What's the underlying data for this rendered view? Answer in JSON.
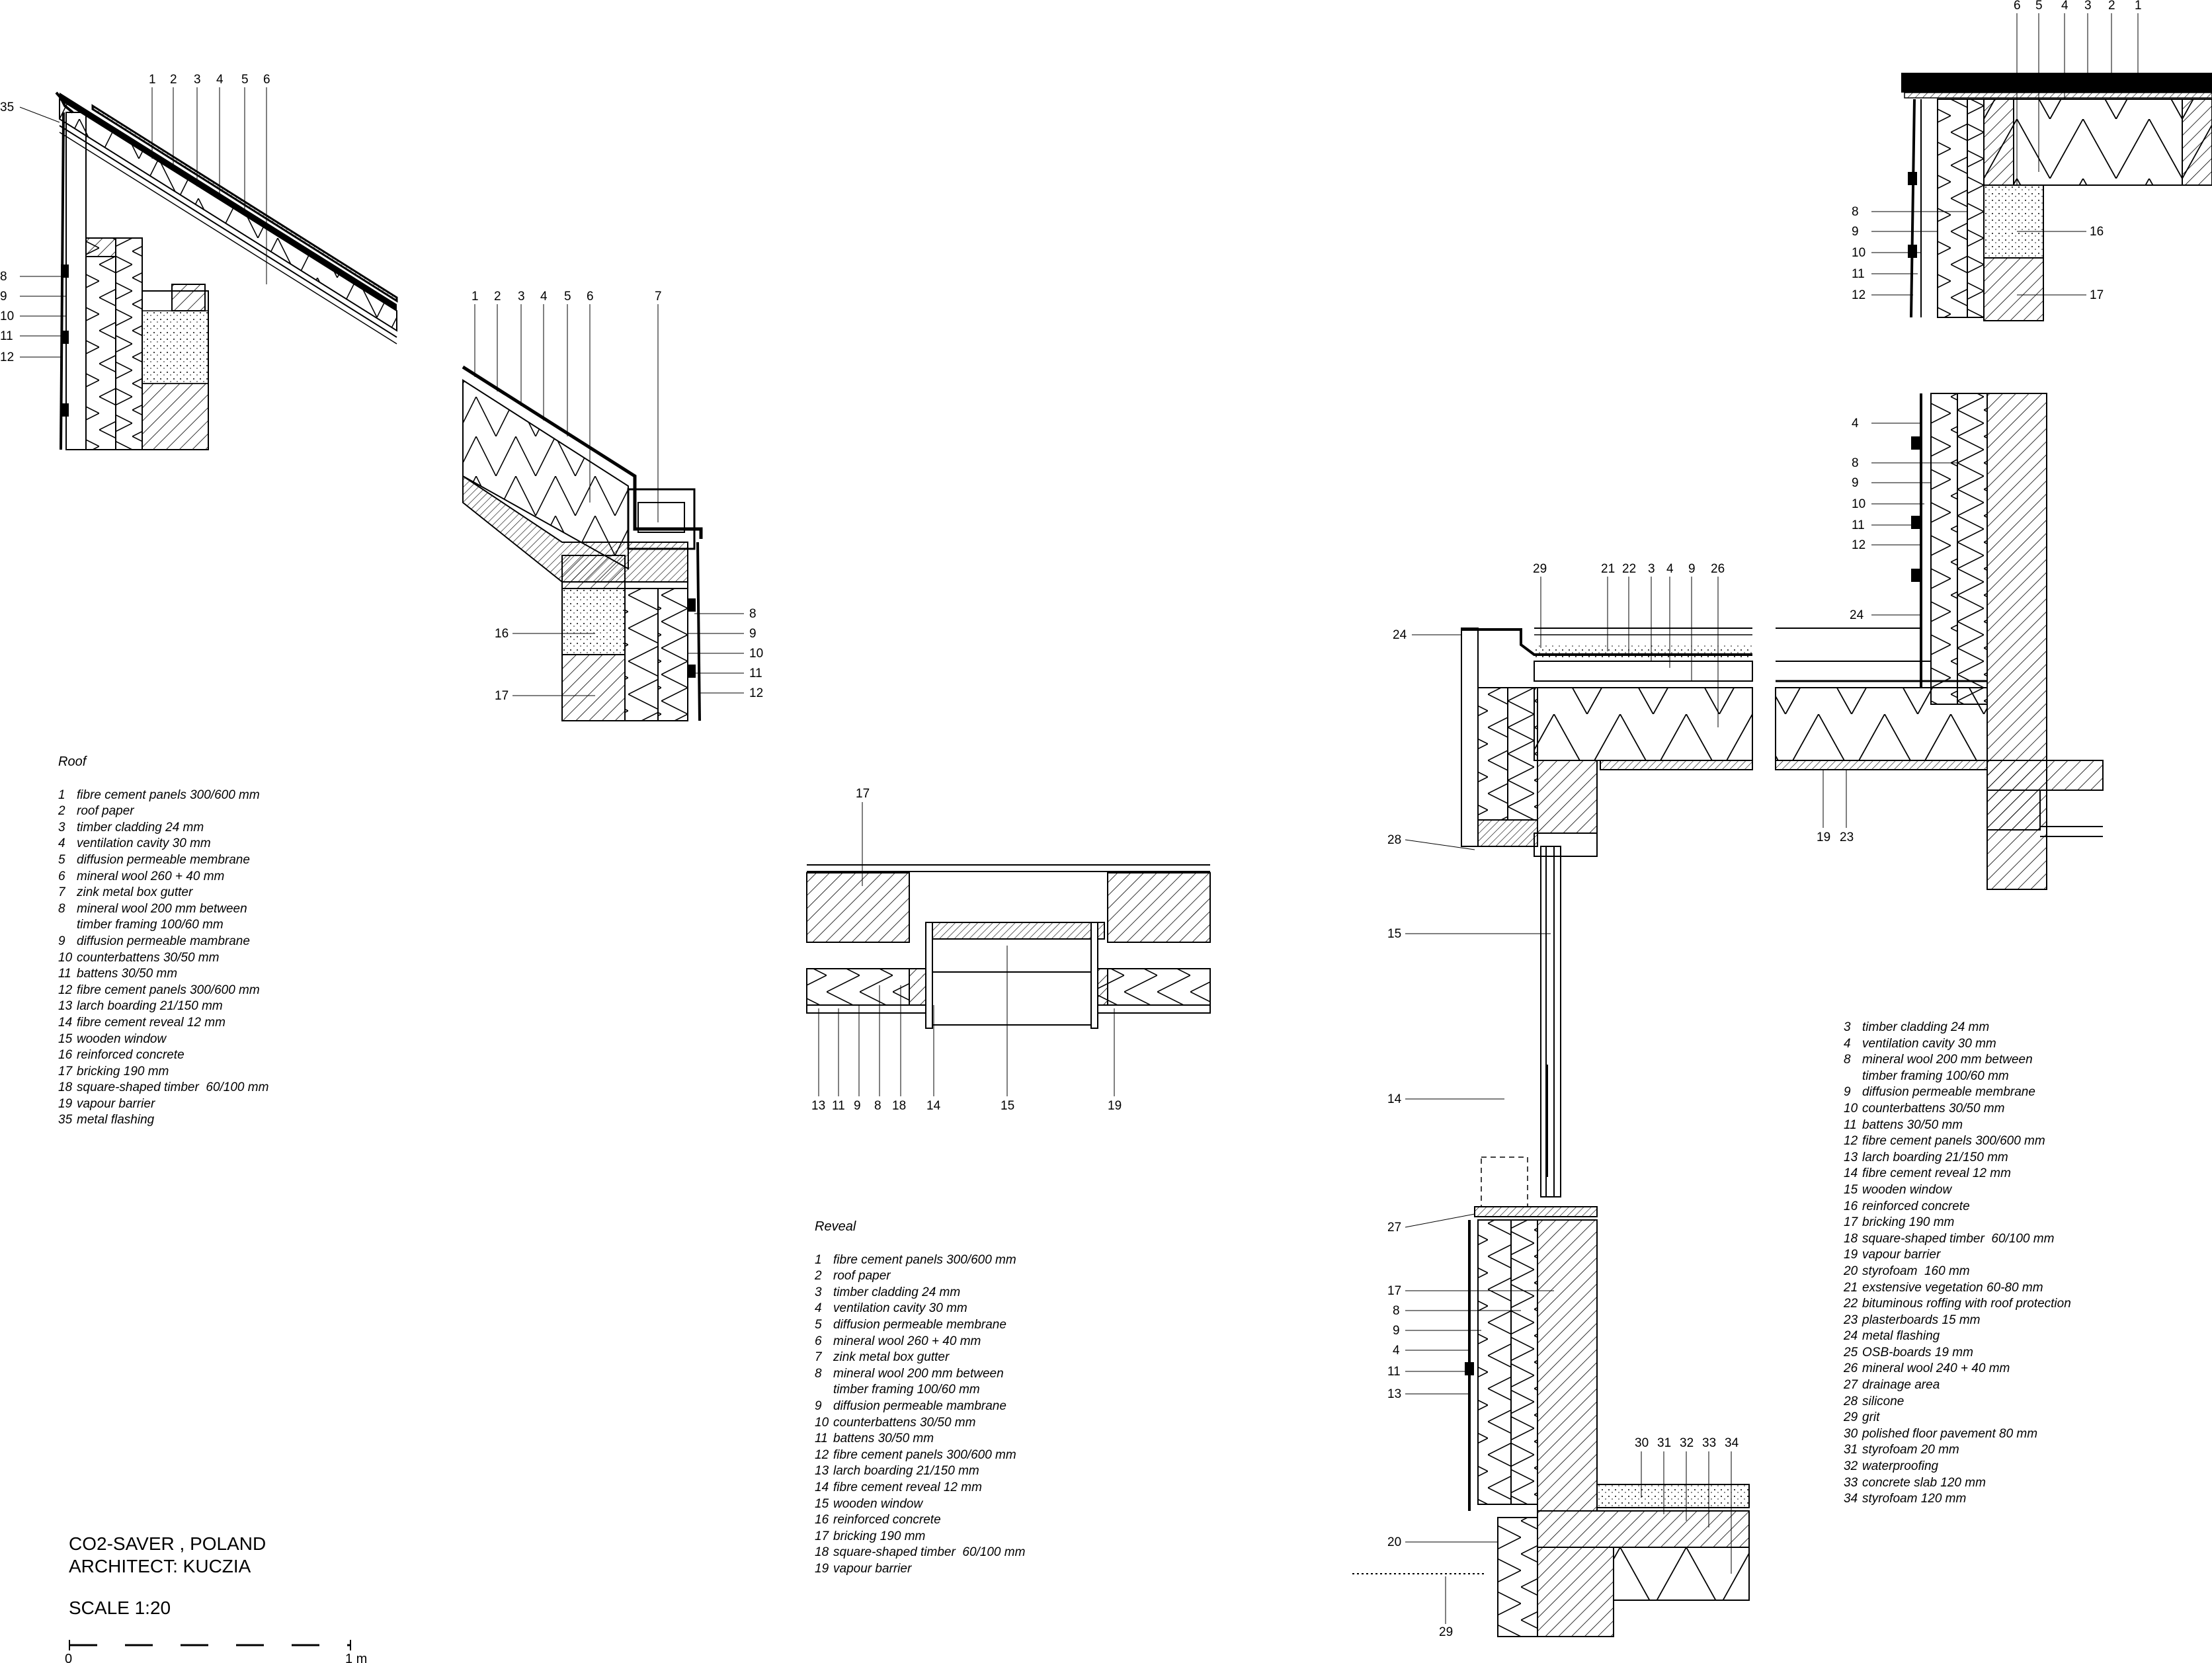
{
  "title_block": {
    "project": "CO2-SAVER , POLAND",
    "architect": "ARCHITECT: KUCZIA",
    "scale": "SCALE 1:20",
    "scale_start": "0",
    "scale_end": "1 m"
  },
  "legend_roof": {
    "title": "Roof",
    "items": [
      {
        "num": "1",
        "text": "fibre cement panels 300/600 mm"
      },
      {
        "num": "2",
        "text": "roof paper"
      },
      {
        "num": "3",
        "text": "timber cladding 24 mm"
      },
      {
        "num": "4",
        "text": "ventilation cavity 30 mm"
      },
      {
        "num": "5",
        "text": "diffusion permeable membrane"
      },
      {
        "num": "6",
        "text": "mineral wool 260 + 40 mm"
      },
      {
        "num": "7",
        "text": "zink metal box gutter"
      },
      {
        "num": "8",
        "text": "mineral wool 200 mm between"
      },
      {
        "num": "",
        "text": "timber framing 100/60 mm"
      },
      {
        "num": "9",
        "text": "diffusion permeable mambrane"
      },
      {
        "num": "10",
        "text": "counterbattens 30/50 mm"
      },
      {
        "num": "11",
        "text": "battens 30/50 mm"
      },
      {
        "num": "12",
        "text": "fibre cement panels 300/600 mm"
      },
      {
        "num": "13",
        "text": "larch boarding 21/150 mm"
      },
      {
        "num": "14",
        "text": "fibre cement reveal 12 mm"
      },
      {
        "num": "15",
        "text": "wooden window"
      },
      {
        "num": "16",
        "text": "reinforced concrete"
      },
      {
        "num": "17",
        "text": "bricking 190 mm"
      },
      {
        "num": "18",
        "text": "square-shaped timber  60/100 mm"
      },
      {
        "num": "19",
        "text": "vapour barrier"
      },
      {
        "num": "35",
        "text": "metal flashing"
      }
    ]
  },
  "legend_reveal": {
    "title": "Reveal",
    "items": [
      {
        "num": "1",
        "text": "fibre cement panels 300/600 mm"
      },
      {
        "num": "2",
        "text": "roof paper"
      },
      {
        "num": "3",
        "text": "timber cladding 24 mm"
      },
      {
        "num": "4",
        "text": "ventilation cavity 30 mm"
      },
      {
        "num": "5",
        "text": "diffusion permeable membrane"
      },
      {
        "num": "6",
        "text": "mineral wool 260 + 40 mm"
      },
      {
        "num": "7",
        "text": "zink metal box gutter"
      },
      {
        "num": "8",
        "text": "mineral wool 200 mm between"
      },
      {
        "num": "",
        "text": "timber framing 100/60 mm"
      },
      {
        "num": "9",
        "text": "diffusion permeable mambrane"
      },
      {
        "num": "10",
        "text": "counterbattens 30/50 mm"
      },
      {
        "num": "11",
        "text": "battens 30/50 mm"
      },
      {
        "num": "12",
        "text": "fibre cement panels 300/600 mm"
      },
      {
        "num": "13",
        "text": "larch boarding 21/150 mm"
      },
      {
        "num": "14",
        "text": "fibre cement reveal 12 mm"
      },
      {
        "num": "15",
        "text": "wooden window"
      },
      {
        "num": "16",
        "text": "reinforced concrete"
      },
      {
        "num": "17",
        "text": "bricking 190 mm"
      },
      {
        "num": "18",
        "text": "square-shaped timber  60/100 mm"
      },
      {
        "num": "19",
        "text": "vapour barrier"
      }
    ]
  },
  "legend_wall": {
    "items": [
      {
        "num": "3",
        "text": "timber cladding 24 mm"
      },
      {
        "num": "4",
        "text": "ventilation cavity 30 mm"
      },
      {
        "num": "8",
        "text": "mineral wool 200 mm between"
      },
      {
        "num": "",
        "text": "timber framing 100/60 mm"
      },
      {
        "num": "9",
        "text": "diffusion permeable membrane"
      },
      {
        "num": "10",
        "text": "counterbattens 30/50 mm"
      },
      {
        "num": "11",
        "text": "battens 30/50 mm"
      },
      {
        "num": "12",
        "text": "fibre cement panels 300/600 mm"
      },
      {
        "num": "13",
        "text": "larch boarding 21/150 mm"
      },
      {
        "num": "14",
        "text": "fibre cement reveal 12 mm"
      },
      {
        "num": "15",
        "text": "wooden window"
      },
      {
        "num": "16",
        "text": "reinforced concrete"
      },
      {
        "num": "17",
        "text": "bricking 190 mm"
      },
      {
        "num": "18",
        "text": "square-shaped timber  60/100 mm"
      },
      {
        "num": "19",
        "text": "vapour barrier"
      },
      {
        "num": "20",
        "text": "styrofoam  160 mm"
      },
      {
        "num": "21",
        "text": "exstensive vegetation 60-80 mm"
      },
      {
        "num": "22",
        "text": "bituminous roffing with roof protection"
      },
      {
        "num": "23",
        "text": "plasterboards 15 mm"
      },
      {
        "num": "24",
        "text": "metal flashing"
      },
      {
        "num": "25",
        "text": "OSB-boards 19 mm"
      },
      {
        "num": "26",
        "text": "mineral wool 240 + 40 mm"
      },
      {
        "num": "27",
        "text": "drainage area"
      },
      {
        "num": "28",
        "text": "silicone"
      },
      {
        "num": "29",
        "text": "grit"
      },
      {
        "num": "30",
        "text": "polished floor pavement 80 mm"
      },
      {
        "num": "31",
        "text": "styrofoam 20 mm"
      },
      {
        "num": "32",
        "text": "waterproofing"
      },
      {
        "num": "33",
        "text": "concrete slab 120 mm"
      },
      {
        "num": "34",
        "text": "styrofoam 120 mm"
      }
    ]
  },
  "callouts": {
    "ridge_top": [
      "1",
      "2",
      "3",
      "4",
      "5",
      "6"
    ],
    "ridge_left": [
      "35",
      "8",
      "9",
      "10",
      "11",
      "12"
    ],
    "eave_top": [
      "1",
      "2",
      "3",
      "4",
      "5",
      "6",
      "7"
    ],
    "eave_right": [
      "8",
      "9",
      "10",
      "11",
      "12"
    ],
    "eave_left": [
      "16",
      "17"
    ],
    "reveal_top": [
      "17"
    ],
    "reveal_bottom": [
      "13",
      "11",
      "9",
      "8",
      "18",
      "14",
      "15",
      "19"
    ],
    "roof_right_top": [
      "6",
      "5",
      "4",
      "3",
      "2",
      "1"
    ],
    "roof_right_left": [
      "8",
      "9",
      "10",
      "11",
      "12"
    ],
    "roof_right_right": [
      "16",
      "17"
    ],
    "wall_upper_left": [
      "4",
      "8",
      "9",
      "10",
      "11",
      "12",
      "24"
    ],
    "parapet_top": [
      "29",
      "21",
      "22",
      "3",
      "4",
      "9",
      "26"
    ],
    "parapet_left": [
      "24",
      "28",
      "15"
    ],
    "parapet_bottom": [
      "19",
      "23"
    ],
    "sill_left": [
      "14",
      "27",
      "17",
      "8",
      "9",
      "4",
      "11",
      "13",
      "20"
    ],
    "floor_top": [
      "30",
      "31",
      "32",
      "33",
      "34"
    ],
    "ground_bottom": [
      "29"
    ]
  }
}
